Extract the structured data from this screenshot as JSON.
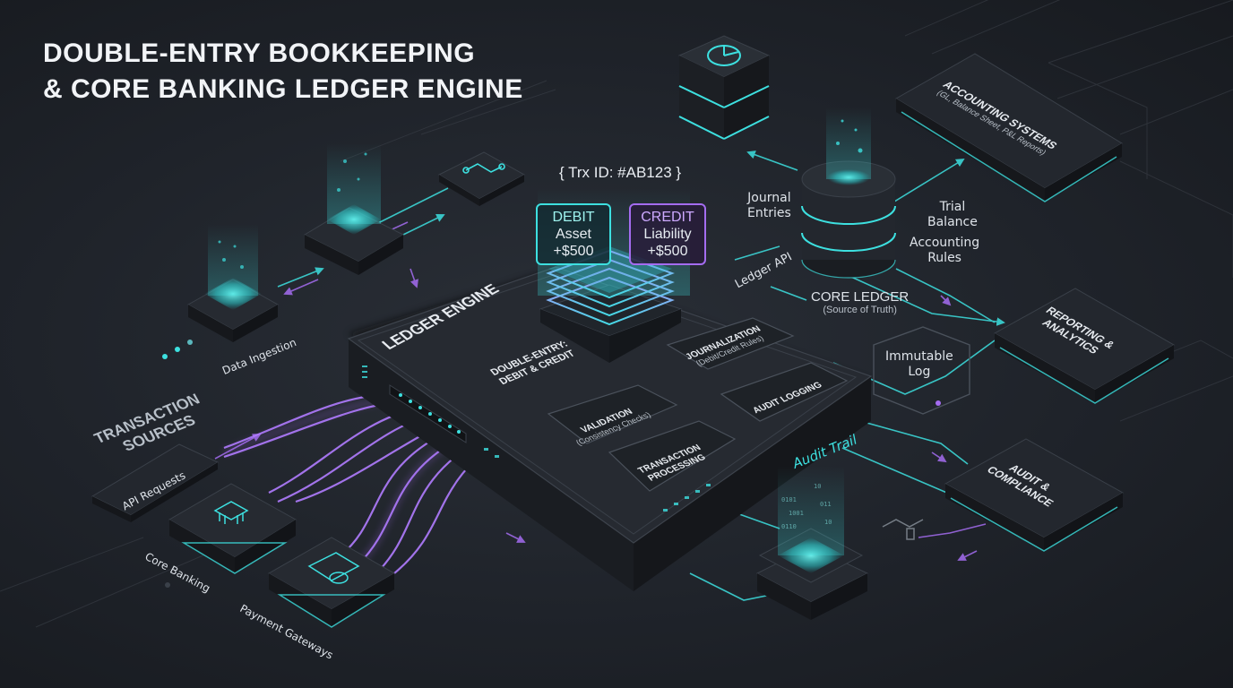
{
  "title": {
    "line1": "DOUBLE-ENTRY BOOKKEEPING",
    "line2": "& CORE BANKING LEDGER ENGINE"
  },
  "transaction": {
    "id_label": "{ Trx ID: #AB123 }",
    "debit": {
      "head": "DEBIT",
      "account": "Asset",
      "amount": "+$500"
    },
    "credit": {
      "head": "CREDIT",
      "account": "Liability",
      "amount": "+$500"
    }
  },
  "engine": {
    "label": "LEDGER ENGINE",
    "double_entry": "DOUBLE-ENTRY:\nDEBIT & CREDIT",
    "journalization": {
      "title": "JOURNALIZATION",
      "sub": "(Debit/Credit Rules)"
    },
    "audit_logging": "AUDIT LOGGING",
    "validation": {
      "title": "VALIDATION",
      "sub": "(Consistency Checks)"
    },
    "transaction_processing": "TRANSACTION\nPROCESSING",
    "audit_trail": "Audit Trail"
  },
  "sources": {
    "heading": "TRANSACTION\nSOURCES",
    "api_requests": "API Requests",
    "core_banking": "Core Banking",
    "payment_gateways": "Payment Gateways",
    "data_ingestion": "Data Ingestion"
  },
  "core_ledger": {
    "title": "CORE LEDGER",
    "sub": "(Source of Truth)",
    "journal_entries": "Journal\nEntries",
    "ledger_api": "Ledger API",
    "trial_balance": "Trial\nBalance",
    "accounting_rules": "Accounting\nRules",
    "immutable_log": "Immutable\nLog"
  },
  "outputs": {
    "accounting_systems": {
      "title": "ACCOUNTING SYSTEMS",
      "sub": "(GL, Balance Sheet, P&L Reports)"
    },
    "reporting": "REPORTING &\nANALYTICS",
    "audit": "AUDIT &\nCOMPLIANCE"
  },
  "colors": {
    "cyan": "#3de0e0",
    "purple": "#a46cf0",
    "panel": "#23272e",
    "panel_edge": "#3a4049"
  }
}
